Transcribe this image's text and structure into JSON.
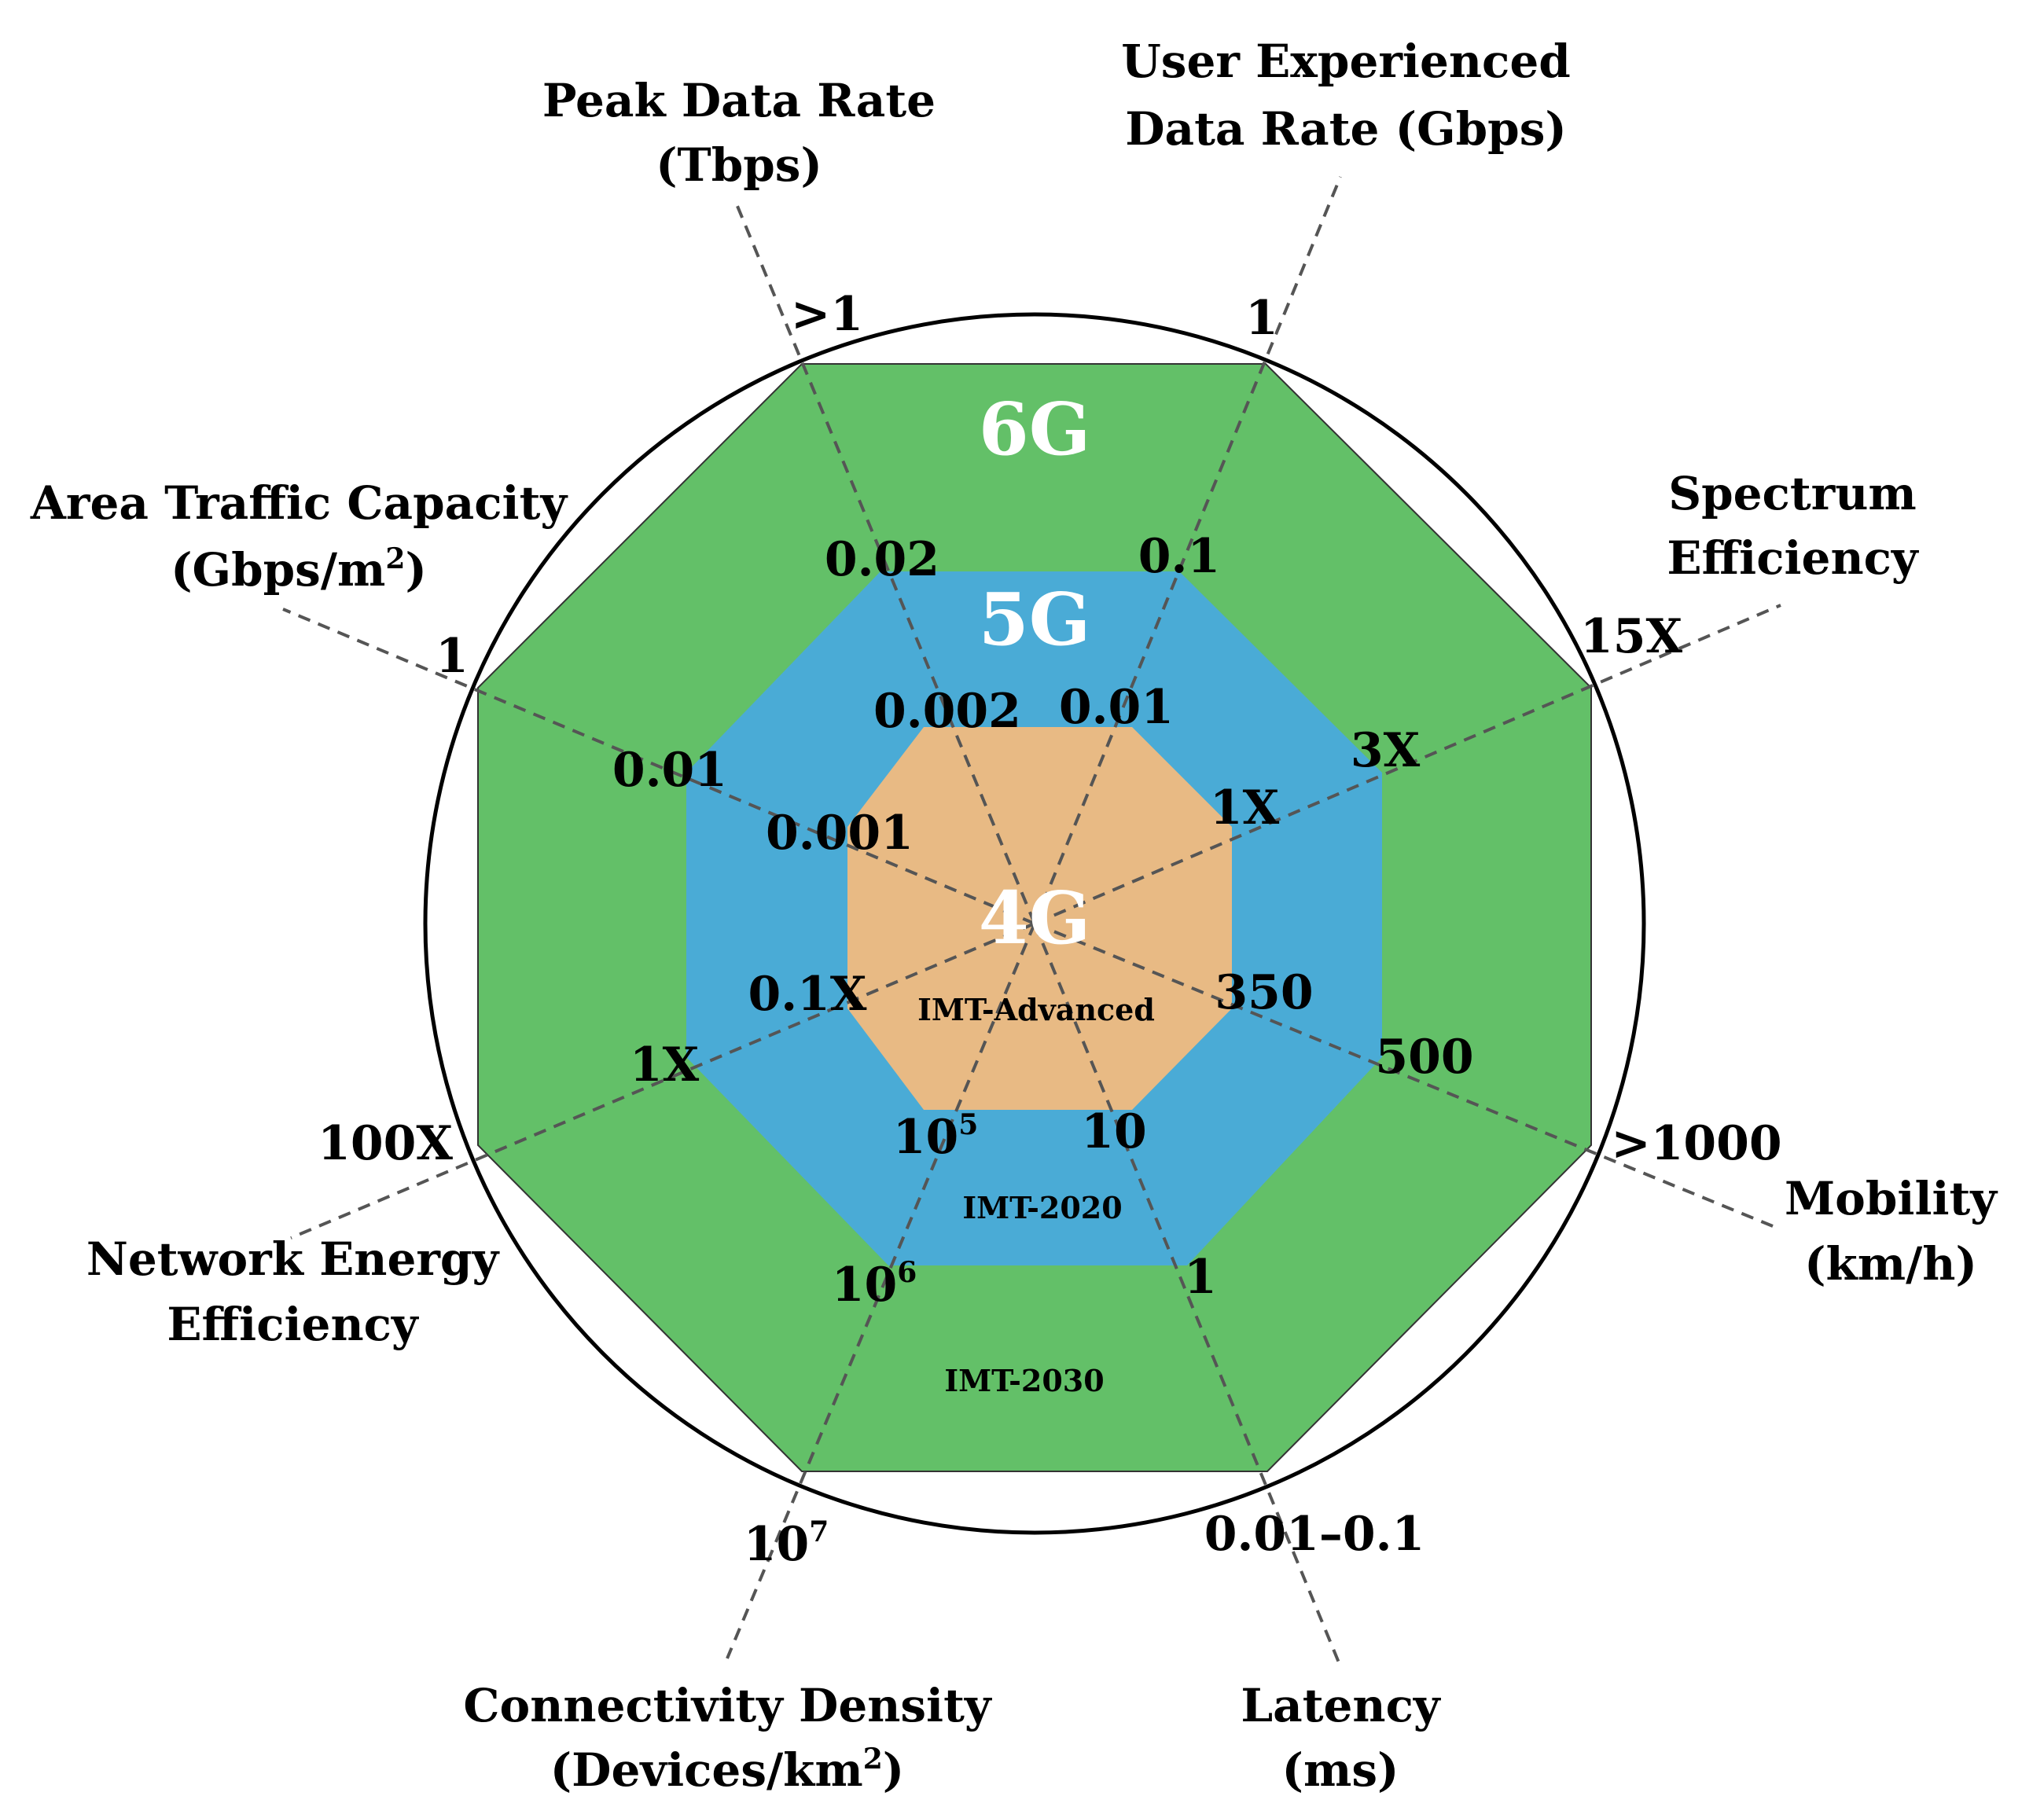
{
  "colors": {
    "ring_6g": "#63c068",
    "ring_5g": "#4aabd6",
    "ring_4g": "#e8ba84",
    "outline": "#000000",
    "axis_line": "#555555",
    "generation_text": "#ffffff"
  },
  "generations": {
    "g6": "6G",
    "g5": "5G",
    "g4": "4G",
    "imt_4g": "IMT-Advanced",
    "imt_5g": "IMT-2020",
    "imt_6g": "IMT-2030"
  },
  "axes": [
    {
      "key": "peak",
      "title": [
        "Peak Data Rate",
        "(Tbps)"
      ],
      "values": {
        "g4": "0.002",
        "g5": "0.02",
        "g6": ">1"
      }
    },
    {
      "key": "user",
      "title": [
        "User Experienced",
        "Data Rate (Gbps)"
      ],
      "values": {
        "g4": "0.01",
        "g5": "0.1",
        "g6": "1"
      }
    },
    {
      "key": "spectrum",
      "title": [
        "Spectrum",
        "Efficiency"
      ],
      "values": {
        "g4": "1X",
        "g5": "3X",
        "g6": "15X"
      }
    },
    {
      "key": "mobility",
      "title": [
        "Mobility",
        "(km/h)"
      ],
      "values": {
        "g4": "350",
        "g5": "500",
        "g6": ">1000"
      }
    },
    {
      "key": "latency",
      "title": [
        "Latency",
        "(ms)"
      ],
      "values": {
        "g4": "10",
        "g5": "1",
        "g6": "0.01–0.1"
      }
    },
    {
      "key": "connectivity",
      "title": [
        "Connectivity Density",
        "(Devices/km",
        "2",
        ")"
      ],
      "values": {
        "g4": "10",
        "g4_sup": "5",
        "g5": "10",
        "g5_sup": "6",
        "g6": "10",
        "g6_sup": "7"
      }
    },
    {
      "key": "energy",
      "title": [
        "Network Energy",
        "Efficiency"
      ],
      "values": {
        "g4": "0.1X",
        "g5": "1X",
        "g6": "100X"
      }
    },
    {
      "key": "area",
      "title": [
        "Area Traffic Capacity",
        "(Gbps/m",
        "2",
        ")"
      ],
      "values": {
        "g4": "0.001",
        "g5": "0.01",
        "g6": "1"
      }
    }
  ]
}
